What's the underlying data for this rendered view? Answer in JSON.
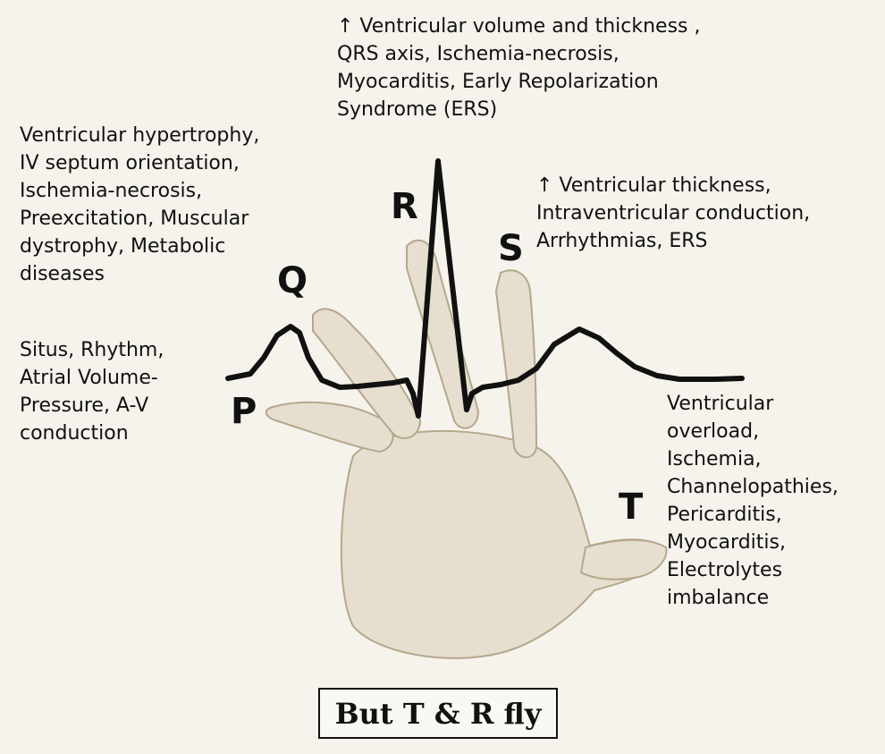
{
  "annotations": {
    "r_effects": "↑ Ventricular volume  and thickness ,\nQRS axis, Ischemia-necrosis,\nMyocarditis, Early Repolarization\nSyndrome (ERS)",
    "q_effects": "Ventricular hypertrophy,\nIV septum orientation,\nIschemia-necrosis,\nPreexcitation, Muscular\ndystrophy, Metabolic\ndiseases",
    "s_effects": "↑ Ventricular thickness,\nIntraventricular conduction,\nArrhythmias, ERS",
    "p_effects": "Situs, Rhythm,\nAtrial Volume-\nPressure, A-V\nconduction",
    "t_effects": "Ventricular\noverload,\nIschemia,\nChannelopathies,\nPericarditis,\nMyocarditis,\nElectrolytes\nimbalance"
  },
  "wave_letters": {
    "p": "P",
    "q": "Q",
    "r": "R",
    "s": "S",
    "t": "T"
  },
  "caption": "But T & R fly",
  "colors": {
    "ecg_line": "#111111",
    "hand_sketch": "#b7a98a",
    "background": "#f6f3ec"
  }
}
